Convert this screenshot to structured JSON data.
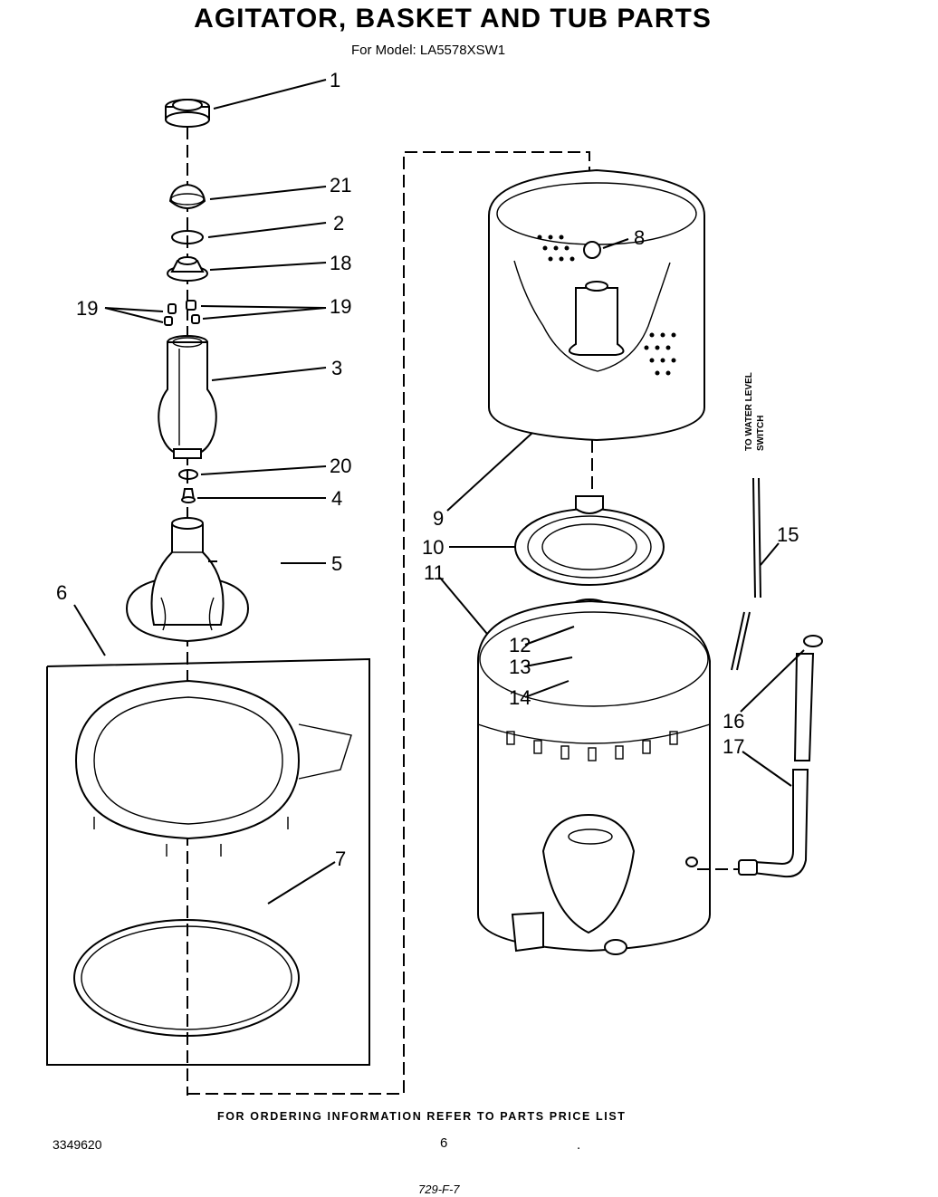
{
  "header": {
    "title": "AGITATOR, BASKET AND TUB PARTS",
    "subtitle": "For Model: LA5578XSW1"
  },
  "callouts": {
    "c1": "1",
    "c21": "21",
    "c2": "2",
    "c18": "18",
    "c19a": "19",
    "c19b": "19",
    "c3": "3",
    "c20": "20",
    "c4": "4",
    "c5": "5",
    "c6": "6",
    "c7": "7",
    "c8": "8",
    "c9": "9",
    "c10": "10",
    "c11": "11",
    "c12": "12",
    "c13": "13",
    "c14": "14",
    "c15": "15",
    "c16": "16",
    "c17": "17"
  },
  "side_label": {
    "line1": "TO WATER LEVEL",
    "line2": "SWITCH"
  },
  "footer": {
    "ordering": "FOR ORDERING INFORMATION REFER TO PARTS PRICE LIST",
    "doc_number": "3349620",
    "page_number": "6",
    "dot": ".",
    "code": "729-F-7"
  }
}
